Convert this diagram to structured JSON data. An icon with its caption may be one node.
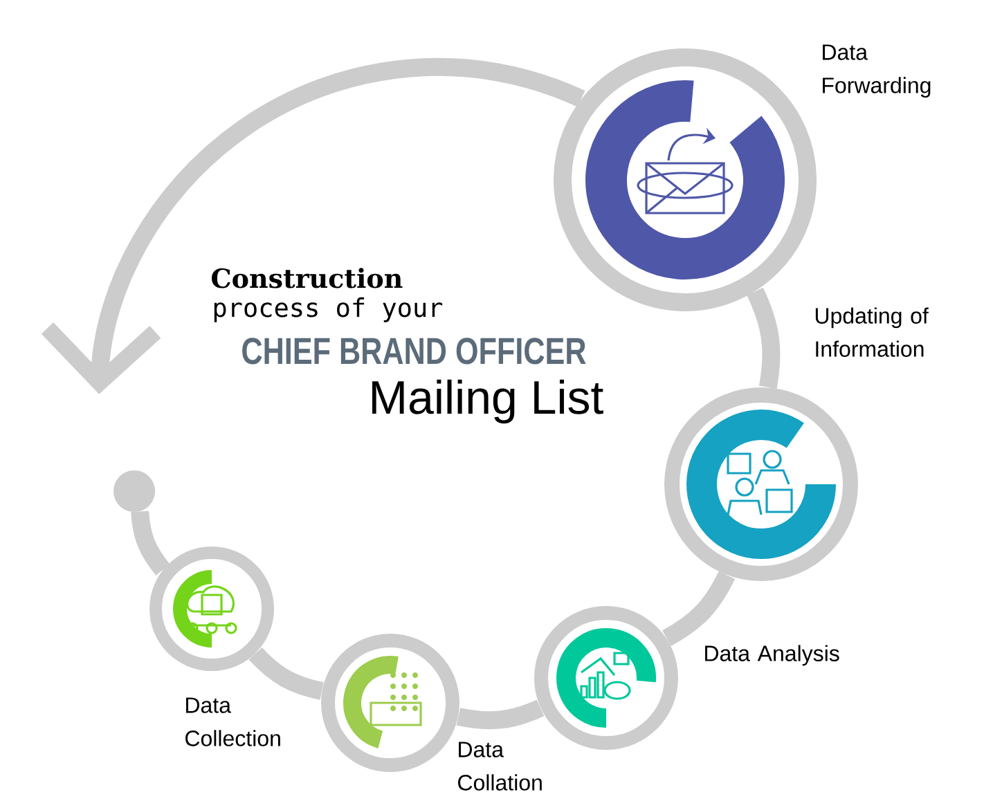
{
  "diagram": {
    "nodes": [
      {
        "text": [],
        "shape": "circle"
      },
      {
        "text": [
          "Data Collection"
        ]
      },
      {
        "text": [
          "Data Collation"
        ]
      },
      {
        "text": [
          "Data Analysis"
        ]
      },
      {
        "text": [
          "Updating of Information"
        ]
      },
      {
        "text": [
          "Data Forwarding"
        ]
      }
    ],
    "edges": [
      {
        "from": 0,
        "to": 1,
        "arrow": "none"
      },
      {
        "from": 1,
        "to": 2,
        "arrow": "none"
      },
      {
        "from": 2,
        "to": 3,
        "arrow": "none"
      },
      {
        "from": 3,
        "to": 4,
        "arrow": "none"
      },
      {
        "from": 4,
        "to": 5,
        "arrow": "none"
      },
      {
        "from": 5,
        "to": null,
        "arrow": "to"
      }
    ],
    "labels": [
      "Construction",
      "process of your",
      "CHIEF BRAND OFFICER",
      "Mailing List"
    ]
  }
}
